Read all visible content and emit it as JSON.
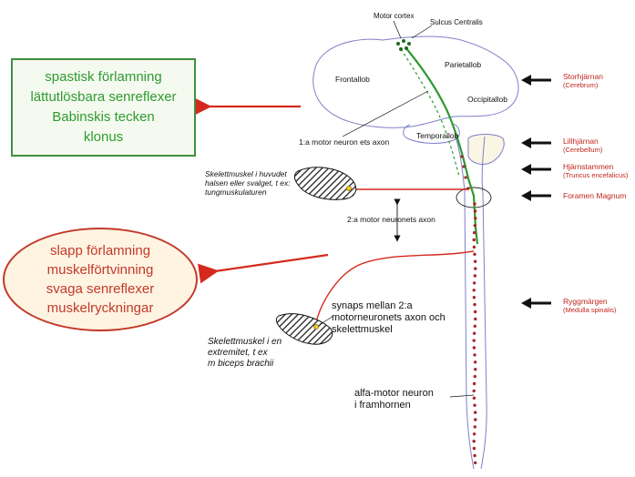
{
  "upper_motor_box": {
    "lines": [
      "spastisk förlamning",
      "lättutlösbara senreflexer",
      "Babinskis tecken",
      "klonus"
    ],
    "color": "#2f9a2f"
  },
  "lower_motor_box": {
    "lines": [
      "slapp förlamning",
      "muskelförtvinning",
      "svaga senreflexer",
      "muskelryckningar"
    ],
    "color": "#c23a2a"
  },
  "brain_labels": {
    "motor_cortex": "Motor cortex",
    "sulcus_centralis": "Sulcus Centralis",
    "frontallob": "Frontallob",
    "parietallob": "Parietallob",
    "occipitallob": "Occipitallob",
    "temporallob": "Temporallob",
    "first_motor_neuron_axon": "1:a motor neuron ets axon"
  },
  "muscle_labels": {
    "head_muscle": [
      "Skelettmuskel i huvudet",
      "halsen eller svalget, t ex:",
      "tungmuskulaturen"
    ],
    "second_motor_neuron_axon": "2:a motor neuronets axon",
    "synapse": [
      "synaps mellan 2:a",
      "motorneuronets axon och",
      "skelettmuskel"
    ],
    "limb_muscle": [
      "Skelettmuskel i en",
      "extremitet, t ex",
      "m biceps brachii"
    ],
    "alpha_motor_neuron": [
      "alfa-motor neuron",
      "i framhornen"
    ]
  },
  "structure_labels": [
    {
      "name": "Storhjärnan",
      "sub": "(Cerebrum)"
    },
    {
      "name": "Lillhjärnan",
      "sub": "(Cerebellum)"
    },
    {
      "name": "Hjärnstammen",
      "sub": "(Truncus encefalicus)"
    },
    {
      "name": "Foramen Magnum",
      "sub": ""
    },
    {
      "name": "Ryggmärgen",
      "sub": "(Medulla spinalis)"
    }
  ],
  "colors": {
    "upper_motor_neuron": "#2f9a2f",
    "lower_motor_neuron": "#c0241c",
    "outline": "#7f7fc8",
    "labels_right": "#c0241c"
  }
}
